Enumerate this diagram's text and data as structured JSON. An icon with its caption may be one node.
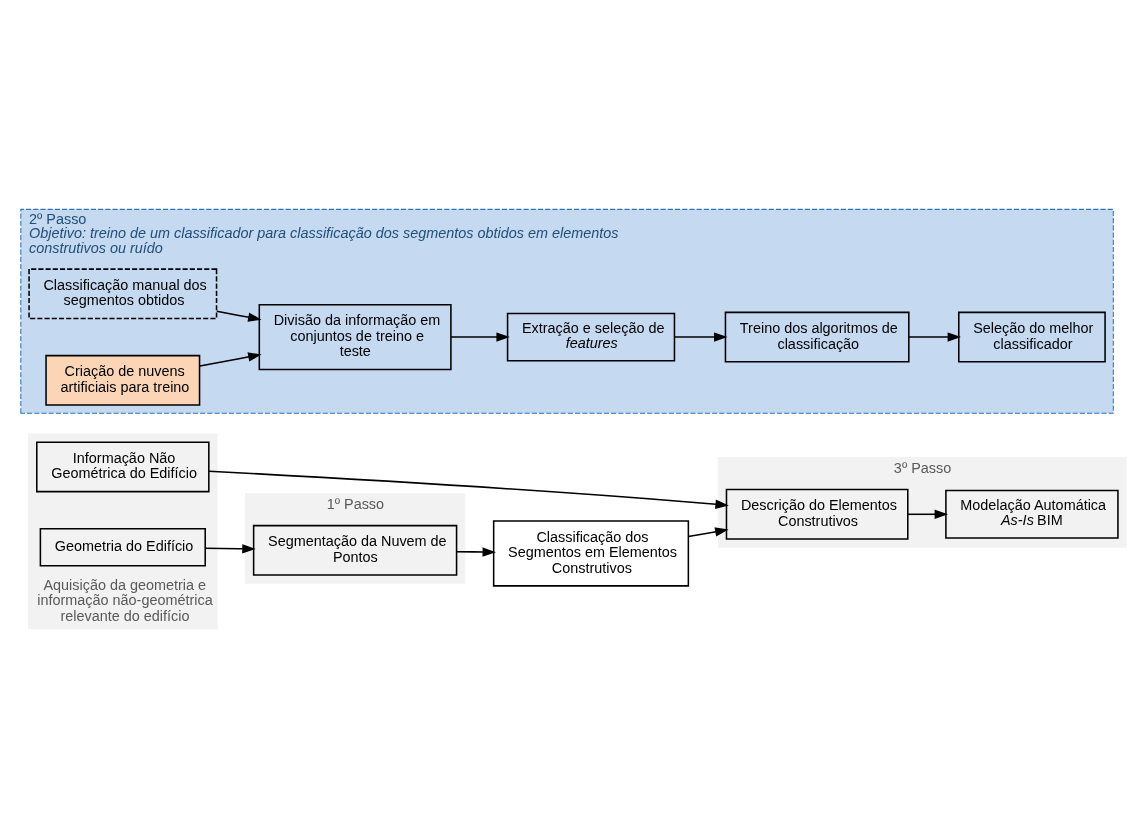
{
  "diagram": {
    "nodes": [
      {
        "text": [
          "Aquisição da geometria e informação não-geométrica relevante do edifício"
        ]
      },
      {
        "text": [
          "Informação Não Geométrica do Edifício"
        ],
        "in": 0
      },
      {
        "text": [
          "Geometria do Edifício"
        ],
        "in": 0
      },
      {
        "text": [
          "1º Passo"
        ]
      },
      {
        "text": [
          "Segmentação da Nuvem de Pontos"
        ],
        "in": 3
      },
      {
        "text": [
          "3º Passo"
        ]
      },
      {
        "text": [
          "Descrição do Elementos Construtivos"
        ],
        "in": 5
      },
      {
        "text": [
          "Modelação Automática *As-Is* BIM"
        ],
        "in": 5
      },
      {
        "text": [
          "Classificação dos Segmentos em Elementos Construtivos"
        ]
      },
      {
        "text": [
          "2º Passo",
          "Objetivo: treino de um classificador para classificação dos segmentos obtidos em elementos construtivos ou ruído"
        ]
      },
      {
        "text": [
          "Classificação manual dos segmentos obtidos"
        ],
        "in": 9
      },
      {
        "text": [
          "Criação de nuvens artificiais para treino"
        ],
        "in": 9
      },
      {
        "text": [
          "Divisão da informação em conjuntos de treino e teste"
        ],
        "in": 9
      },
      {
        "text": [
          "Extração e seleção de *features*"
        ],
        "in": 9
      },
      {
        "text": [
          "Treino dos algoritmos de classificação"
        ],
        "in": 9
      },
      {
        "text": [
          "Seleção do melhor classificador"
        ],
        "in": 9
      }
    ],
    "edges": [
      {
        "from": 1,
        "to": 6,
        "arrow": "to"
      },
      {
        "from": 2,
        "to": 4,
        "arrow": "to"
      },
      {
        "from": 4,
        "to": 8,
        "arrow": "to"
      },
      {
        "from": 8,
        "to": 6,
        "arrow": "to"
      },
      {
        "from": 6,
        "to": 7,
        "arrow": "to"
      },
      {
        "from": 10,
        "to": 12,
        "arrow": "to"
      },
      {
        "from": 11,
        "to": 12,
        "arrow": "to"
      },
      {
        "from": 12,
        "to": 13,
        "arrow": "to"
      },
      {
        "from": 13,
        "to": 14,
        "arrow": "to"
      },
      {
        "from": 14,
        "to": 15,
        "arrow": "to"
      }
    ]
  }
}
